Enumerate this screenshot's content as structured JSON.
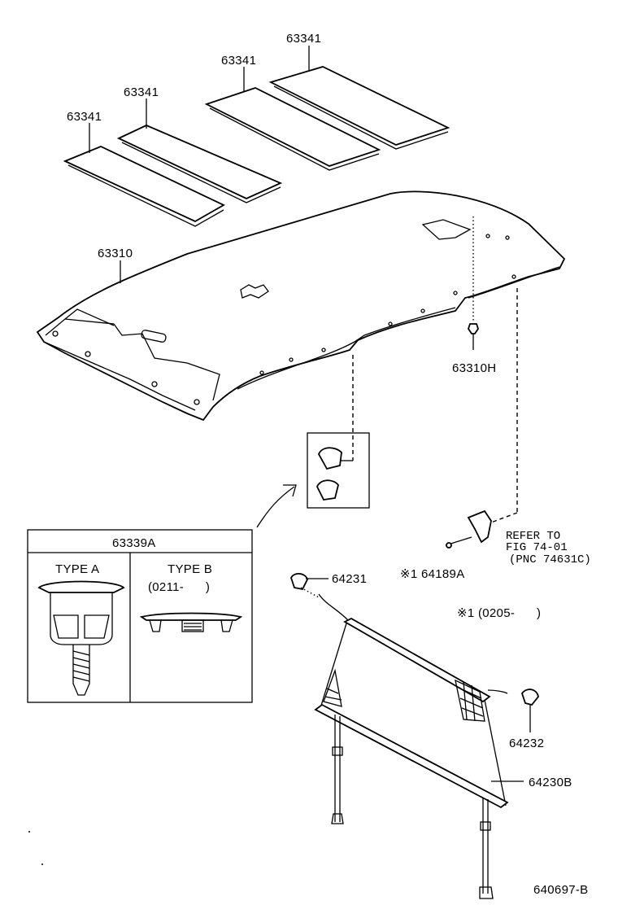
{
  "labels": {
    "pad_1": "63341",
    "pad_2": "63341",
    "pad_3": "63341",
    "pad_4": "63341",
    "headlining": "63310",
    "clip_63310h": "63310H",
    "clip_box": "63339A",
    "type_a": "TYPE A",
    "type_b": "TYPE B",
    "type_b_date": "(0211-      )",
    "refer_line1": "REFER TO",
    "refer_line2": "FIG 74-01",
    "refer_line3": "(PNC 74631C)",
    "screw_64189a": "※1 64189A",
    "note_1": "※1 (0205-      )",
    "part_64231": "64231",
    "part_64232": "64232",
    "part_64230b": "64230B",
    "figure_code": "640697-B"
  }
}
